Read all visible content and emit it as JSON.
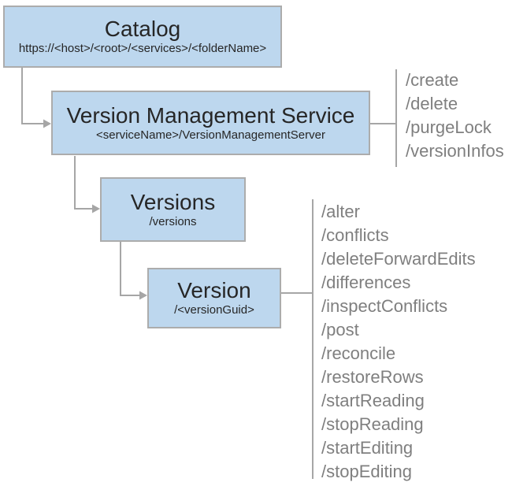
{
  "nodes": {
    "catalog": {
      "title": "Catalog",
      "subtitle": "https://<host>/<root>/<services>/<folderName>"
    },
    "vms": {
      "title": "Version Management Service",
      "subtitle": "<serviceName>/VersionManagementServer"
    },
    "versions": {
      "title": "Versions",
      "subtitle": "/versions"
    },
    "version": {
      "title": "Version",
      "subtitle": "/<versionGuid>"
    }
  },
  "vms_operations": [
    "/create",
    "/delete",
    "/purgeLock",
    "/versionInfos"
  ],
  "version_operations": [
    "/alter",
    "/conflicts",
    "/deleteForwardEdits",
    "/differences",
    "/inspectConflicts",
    "/post",
    "/reconcile",
    "/restoreRows",
    "/startReading",
    "/stopReading",
    "/startEditing",
    "/stopEditing"
  ],
  "colors": {
    "node_fill": "#BDD7EE",
    "node_border": "#ACACAC",
    "connector": "#A6A6A6",
    "title_text": "#262626",
    "operation_text": "#7F7F7F",
    "canvas_bg": "#FFFFFF"
  }
}
